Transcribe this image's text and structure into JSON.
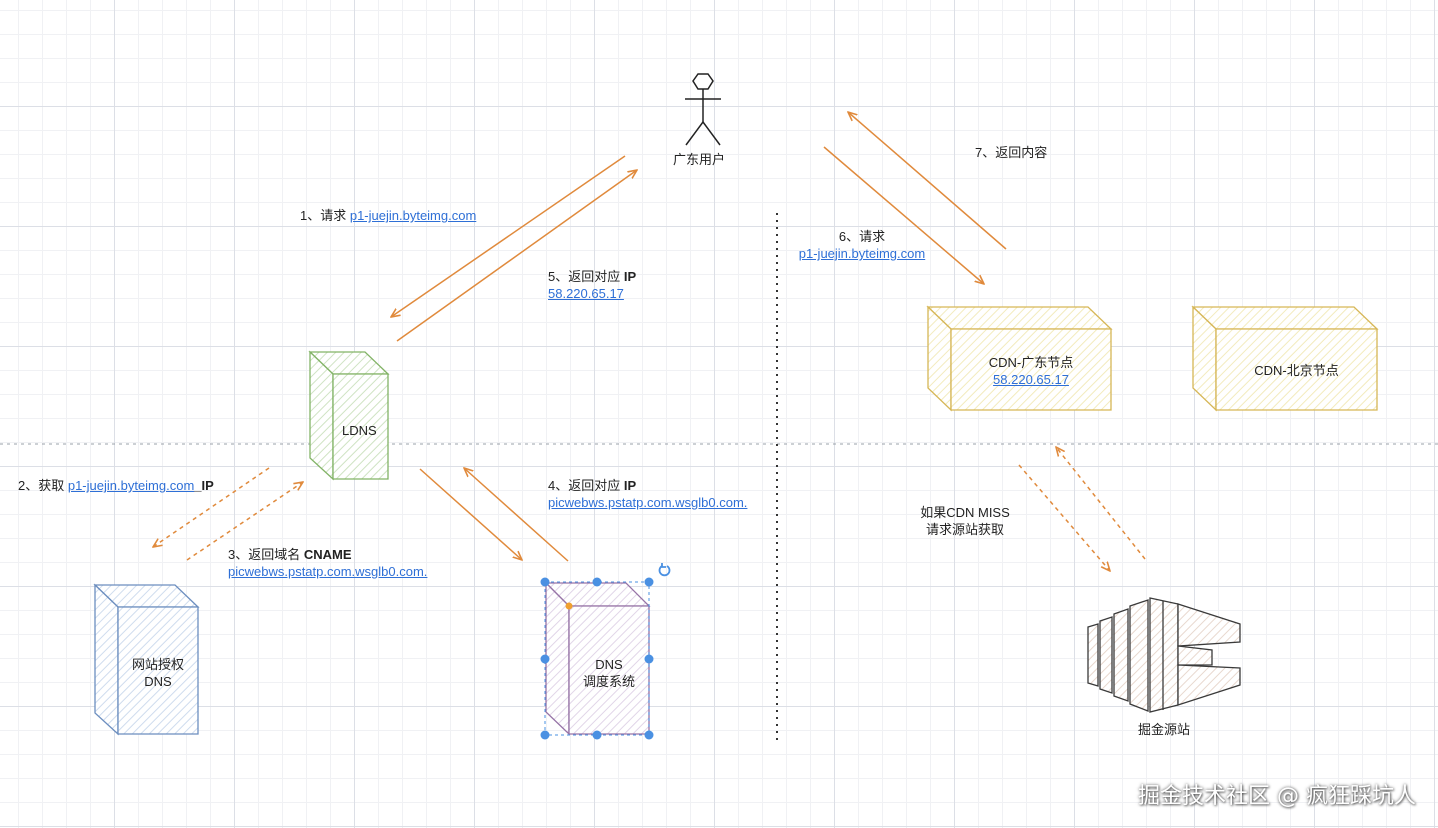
{
  "colors": {
    "arrow_orange": "#e08a3c",
    "cube_green": "#82b366",
    "cube_blue": "#6c8ebf",
    "cube_purple": "#9673a6",
    "cube_yellow": "#d6b656",
    "link_blue": "#2e6fd6",
    "selection_blue": "#4a90e2"
  },
  "nodes": {
    "user": "广东用户",
    "ldns": "LDNS",
    "auth_dns_line1": "网站授权",
    "auth_dns_line2": "DNS",
    "dns_sched_line1": "DNS",
    "dns_sched_line2": "调度系统",
    "cdn_gd_title": "CDN-广东节点",
    "cdn_gd_ip": "58.220.65.17",
    "cdn_bj": "CDN-北京节点",
    "origin": "掘金源站"
  },
  "steps": {
    "s1_prefix": "1、请求 ",
    "s1_link": "p1-juejin.byteimg.com",
    "s2_prefix": "2、获取 ",
    "s2_link": "p1-juejin.byteimg.com",
    "s2_suffix": "_IP",
    "s3_prefix": "3、返回域名 ",
    "s3_bold": "CNAME",
    "s3_link": "picwebws.pstatp.com.wsglb0.com.",
    "s4_prefix": "4、返回对应 ",
    "s4_bold": "IP",
    "s4_link": "picwebws.pstatp.com.wsglb0.com.",
    "s5_prefix": "5、返回对应 ",
    "s5_bold": "IP",
    "s5_link": "58.220.65.17",
    "s6_prefix": "6、请求",
    "s6_link": "p1-juejin.byteimg.com",
    "s7": "7、返回内容",
    "miss_line1": "如果CDN MISS",
    "miss_line2": "请求源站获取"
  },
  "watermark": "掘金技术社区 @ 疯狂踩坑人"
}
